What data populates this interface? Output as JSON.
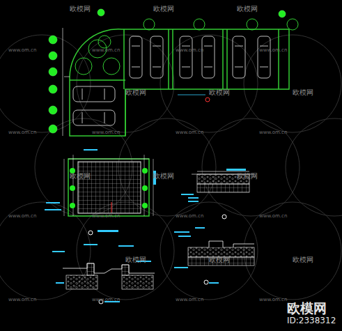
{
  "diagram": {
    "labels": [
      "欧模网",
      "欧模网",
      "欧模网",
      "www.om.cn",
      "www.om.cn",
      "www.om.cn",
      "www.om.cn",
      "欧模网",
      "欧模网",
      "欧模网",
      "www.om.cn",
      "www.om.cn",
      "www.om.cn",
      "www.om.cn",
      "欧模网",
      "欧模网",
      "欧模网",
      "www.om.cn",
      "www.om.cn",
      "www.om.cn",
      "www.om.cn",
      "欧模网",
      "欧模网",
      "欧模网",
      "www.om.cn",
      "www.om.cn",
      "www.om.cn",
      "www.om.cn",
      "欧模网",
      "ID:2338312"
    ]
  }
}
